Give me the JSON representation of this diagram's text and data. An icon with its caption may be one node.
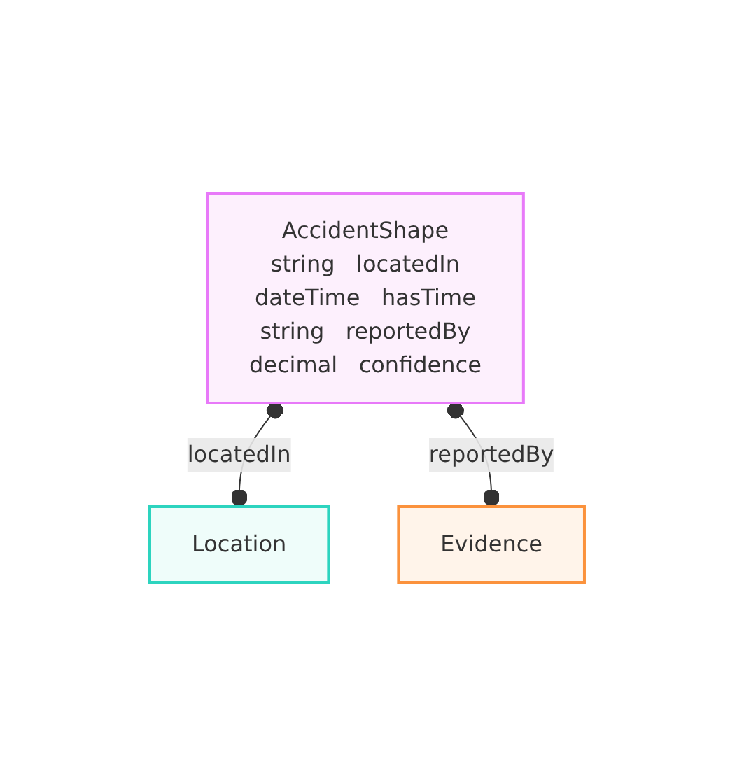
{
  "diagram": {
    "nodes": [
      {
        "text": [
          "AccidentShape",
          "string",
          "locatedIn",
          "dateTime",
          "hasTime",
          "string",
          "reportedBy",
          "decimal",
          "confidence"
        ]
      },
      {
        "text": [
          "Location"
        ]
      },
      {
        "text": [
          "Evidence"
        ]
      }
    ],
    "edges": [
      {
        "from": 0,
        "to": 1,
        "label": "locatedIn",
        "arrow": "other"
      },
      {
        "from": 0,
        "to": 2,
        "label": "reportedBy",
        "arrow": "other"
      }
    ]
  }
}
